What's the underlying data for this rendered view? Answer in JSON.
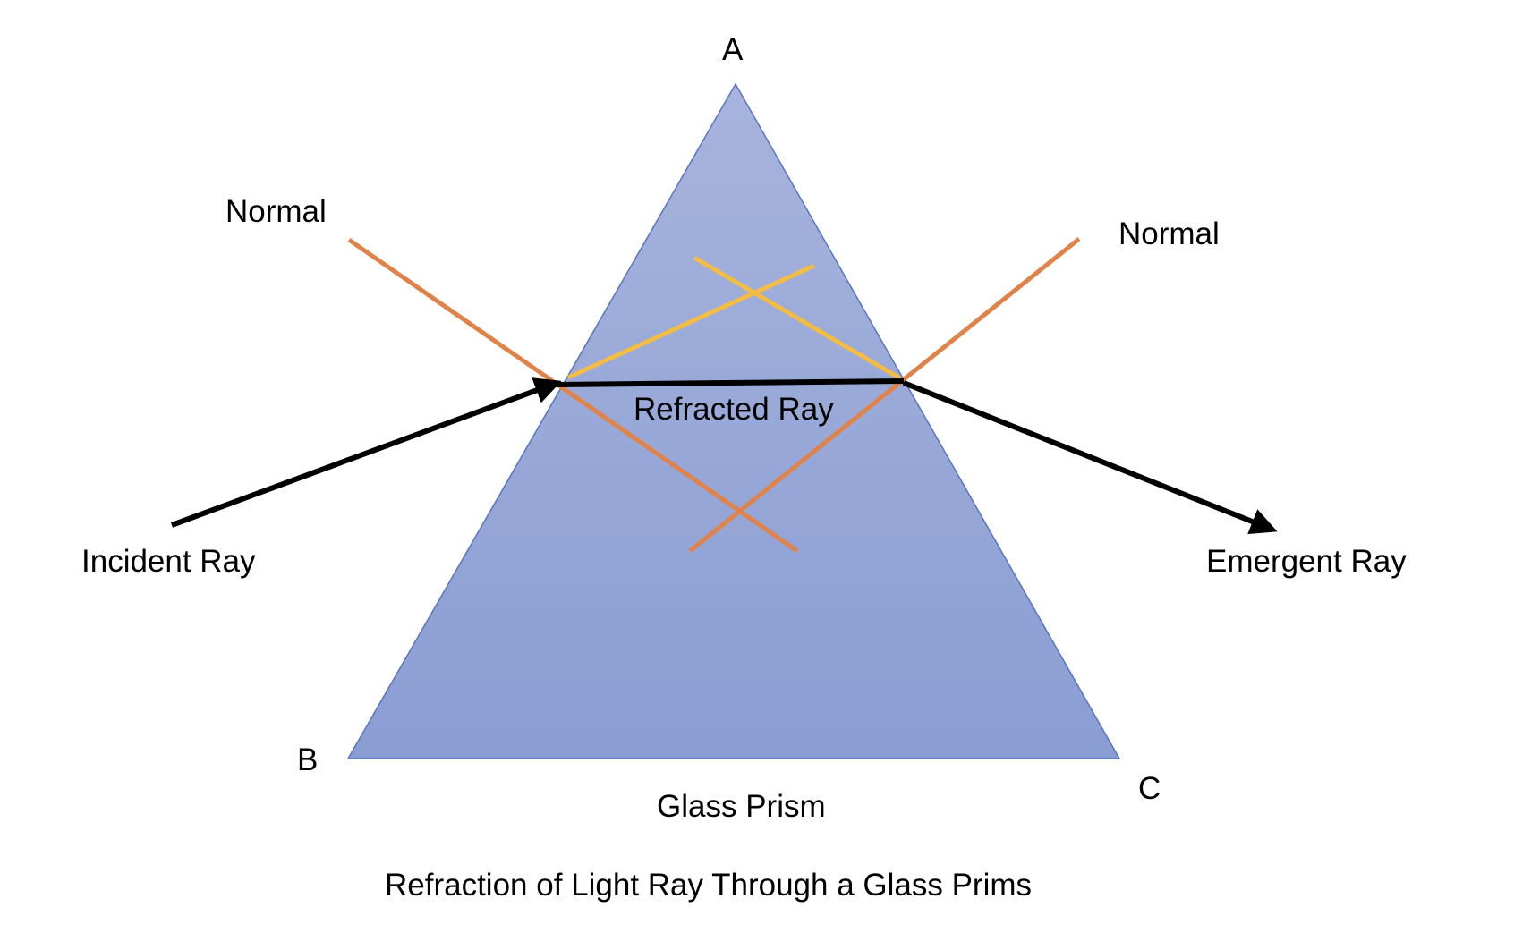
{
  "vertices": {
    "a": "A",
    "b": "B",
    "c": "C"
  },
  "labels": {
    "normal_left": "Normal",
    "normal_right": "Normal",
    "incident": "Incident Ray",
    "refracted": "Refracted Ray",
    "emergent": "Emergent Ray",
    "prism": "Glass Prism",
    "caption": "Refraction of Light Ray Through a Glass Prims"
  },
  "colors": {
    "prism_top": "#a7b4dc",
    "prism_bottom": "#8a9dd3",
    "prism_edge": "#5a74c4",
    "normal": "#e0834a",
    "angle_marker": "#f2bc45",
    "ray": "#000000",
    "text": "#000000"
  }
}
